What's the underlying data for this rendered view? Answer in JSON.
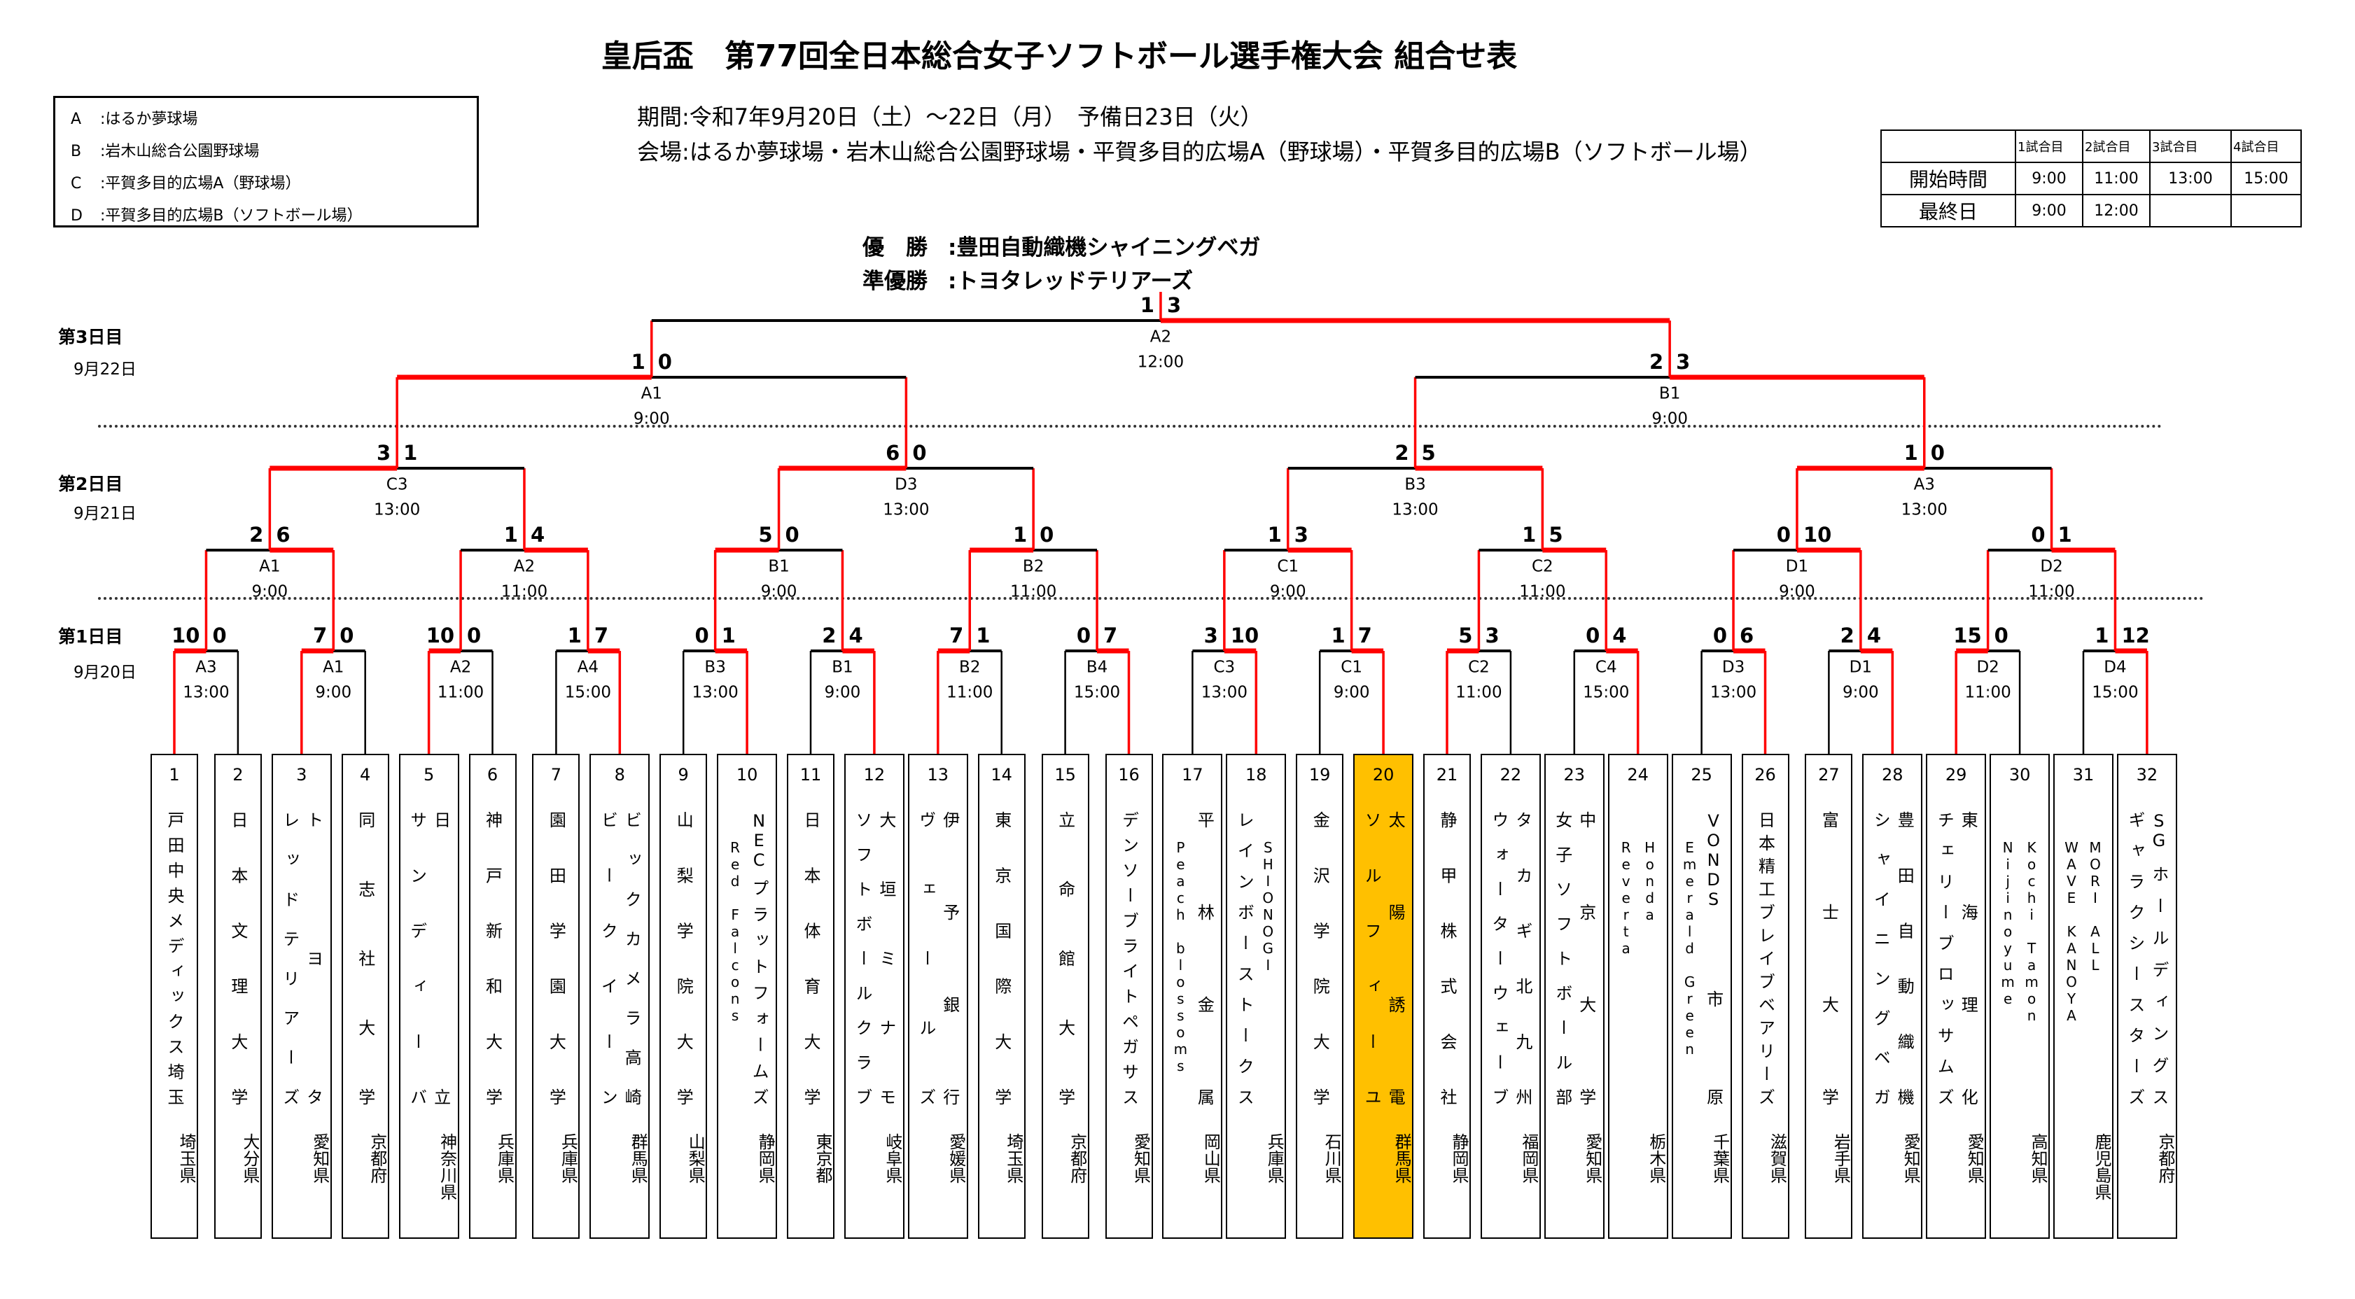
{
  "title": "皇后盃　第77回全日本総合女子ソフトボール選手権大会 組合せ表",
  "legend": [
    {
      "code": "A",
      "name": ":はるか夢球場"
    },
    {
      "code": "B",
      "name": ":岩木山総合公園野球場"
    },
    {
      "code": "C",
      "name": ":平賀多目的広場A（野球場）"
    },
    {
      "code": "D",
      "name": ":平賀多目的広場B（ソフトボール場）"
    }
  ],
  "period": "期間:令和7年9月20日（土）～22日（月）　予備日23日（火）",
  "venue": "会場:はるか夢球場・岩木山総合公園野球場・平賀多目的広場A（野球場）・平賀多目的広場B（ソフトボール場）",
  "schedule": {
    "headers": [
      "",
      "1試合目",
      "2試合目",
      "3試合目",
      "4試合目"
    ],
    "rows": [
      {
        "label": "開始時間",
        "times": [
          "9:00",
          "11:00",
          "13:00",
          "15:00"
        ]
      },
      {
        "label": "最終日",
        "times": [
          "9:00",
          "12:00",
          "",
          ""
        ]
      }
    ]
  },
  "results": {
    "champion_label": "優　勝",
    "champion": ":豊田自動織機シャイニングベガ",
    "runner_up_label": "準優勝",
    "runner_up": ":トヨタレッドテリアーズ"
  },
  "days": [
    {
      "label": "第3日目",
      "date": "9月22日"
    },
    {
      "label": "第2日目",
      "date": "9月21日"
    },
    {
      "label": "第1日目",
      "date": "9月20日"
    }
  ],
  "teams": [
    {
      "no": "1",
      "name": [
        "戸田中央メディックス埼玉"
      ],
      "pref": "埼玉県"
    },
    {
      "no": "2",
      "name": [
        "日本文理大学"
      ],
      "pref": "大分県"
    },
    {
      "no": "3",
      "name": [
        "トヨタ",
        "レッドテリアーズ"
      ],
      "pref": "愛知県"
    },
    {
      "no": "4",
      "name": [
        "同志社大学"
      ],
      "pref": "京都府"
    },
    {
      "no": "5",
      "name": [
        "日立",
        "サンディーバ"
      ],
      "pref": "神奈川県"
    },
    {
      "no": "6",
      "name": [
        "神戸新和大学"
      ],
      "pref": "兵庫県"
    },
    {
      "no": "7",
      "name": [
        "園田学園大学"
      ],
      "pref": "兵庫県"
    },
    {
      "no": "8",
      "name": [
        "ビックカメラ高崎",
        "ビークイーン"
      ],
      "pref": "群馬県"
    },
    {
      "no": "9",
      "name": [
        "山梨学院大学"
      ],
      "pref": "山梨県"
    },
    {
      "no": "10",
      "name": [
        "NECプラットフォームズ",
        "Red Falcons"
      ],
      "pref": "静岡県"
    },
    {
      "no": "11",
      "name": [
        "日本体育大学"
      ],
      "pref": "東京都"
    },
    {
      "no": "12",
      "name": [
        "大垣ミナモ",
        "ソフトボールクラブ"
      ],
      "pref": "岐阜県"
    },
    {
      "no": "13",
      "name": [
        "伊予銀行",
        "ヴェールズ"
      ],
      "pref": "愛媛県"
    },
    {
      "no": "14",
      "name": [
        "東京国際大学"
      ],
      "pref": "埼玉県"
    },
    {
      "no": "15",
      "name": [
        "立命館大学"
      ],
      "pref": "京都府"
    },
    {
      "no": "16",
      "name": [
        "デンソーブライトペガサス"
      ],
      "pref": "愛知県"
    },
    {
      "no": "17",
      "name": [
        "平林金属",
        "Peach blossoms"
      ],
      "pref": "岡山県"
    },
    {
      "no": "18",
      "name": [
        "SHIONOGI",
        "レインボーストークス"
      ],
      "pref": "兵庫県"
    },
    {
      "no": "19",
      "name": [
        "金沢学院大学"
      ],
      "pref": "石川県"
    },
    {
      "no": "20",
      "name": [
        "太陽誘電",
        "ソルフィーユ"
      ],
      "pref": "群馬県",
      "highlight": true
    },
    {
      "no": "21",
      "name": [
        "静甲株式会社"
      ],
      "pref": "静岡県"
    },
    {
      "no": "22",
      "name": [
        "タカギ北九州",
        "ウォーターウェーブ"
      ],
      "pref": "福岡県"
    },
    {
      "no": "23",
      "name": [
        "中京大学",
        "女子ソフトボール部"
      ],
      "pref": "愛知県"
    },
    {
      "no": "24",
      "name": [
        "Honda",
        "Reverta"
      ],
      "pref": "栃木県"
    },
    {
      "no": "25",
      "name": [
        "VONDS市原",
        "Emerald Green"
      ],
      "pref": "千葉県"
    },
    {
      "no": "26",
      "name": [
        "日本精工ブレイブベアリーズ"
      ],
      "pref": "滋賀県"
    },
    {
      "no": "27",
      "name": [
        "富士大学"
      ],
      "pref": "岩手県"
    },
    {
      "no": "28",
      "name": [
        "豊田自動織機",
        "シャイニングベガ"
      ],
      "pref": "愛知県"
    },
    {
      "no": "29",
      "name": [
        "東海理化",
        "チェリーブロッサムズ"
      ],
      "pref": "愛知県"
    },
    {
      "no": "30",
      "name": [
        "Kochi Tamon",
        "Nijinoyume"
      ],
      "pref": "高知県"
    },
    {
      "no": "31",
      "name": [
        "MORI ALL",
        "WAVE KANOYA"
      ],
      "pref": "鹿児島県"
    },
    {
      "no": "32",
      "name": [
        "SGホールディングス",
        "ギャラクシースターズ"
      ],
      "pref": "京都府"
    }
  ],
  "rounds": [
    [
      {
        "venue": "A3",
        "time": "13:00",
        "score": [
          "10",
          "0"
        ]
      },
      {
        "venue": "A1",
        "time": "9:00",
        "score": [
          "7",
          "0"
        ]
      },
      {
        "venue": "A2",
        "time": "11:00",
        "score": [
          "10",
          "0"
        ]
      },
      {
        "venue": "A4",
        "time": "15:00",
        "score": [
          "1",
          "7"
        ]
      },
      {
        "venue": "B3",
        "time": "13:00",
        "score": [
          "0",
          "1"
        ]
      },
      {
        "venue": "B1",
        "time": "9:00",
        "score": [
          "2",
          "4"
        ]
      },
      {
        "venue": "B2",
        "time": "11:00",
        "score": [
          "7",
          "1"
        ]
      },
      {
        "venue": "B4",
        "time": "15:00",
        "score": [
          "0",
          "7"
        ]
      },
      {
        "venue": "C3",
        "time": "13:00",
        "score": [
          "3",
          "10"
        ]
      },
      {
        "venue": "C1",
        "time": "9:00",
        "score": [
          "1",
          "7"
        ]
      },
      {
        "venue": "C2",
        "time": "11:00",
        "score": [
          "5",
          "3"
        ]
      },
      {
        "venue": "C4",
        "time": "15:00",
        "score": [
          "0",
          "4"
        ]
      },
      {
        "venue": "D3",
        "time": "13:00",
        "score": [
          "0",
          "6"
        ]
      },
      {
        "venue": "D1",
        "time": "9:00",
        "score": [
          "2",
          "4"
        ]
      },
      {
        "venue": "D2",
        "time": "11:00",
        "score": [
          "15",
          "0"
        ]
      },
      {
        "venue": "D4",
        "time": "15:00",
        "score": [
          "1",
          "12"
        ]
      }
    ],
    [
      {
        "venue": "A1",
        "time": "9:00",
        "score": [
          "2",
          "6"
        ]
      },
      {
        "venue": "A2",
        "time": "11:00",
        "score": [
          "1",
          "4"
        ]
      },
      {
        "venue": "B1",
        "time": "9:00",
        "score": [
          "5",
          "0"
        ]
      },
      {
        "venue": "B2",
        "time": "11:00",
        "score": [
          "1",
          "0"
        ]
      },
      {
        "venue": "C1",
        "time": "9:00",
        "score": [
          "1",
          "3"
        ]
      },
      {
        "venue": "C2",
        "time": "11:00",
        "score": [
          "1",
          "5"
        ]
      },
      {
        "venue": "D1",
        "time": "9:00",
        "score": [
          "0",
          "10"
        ]
      },
      {
        "venue": "D2",
        "time": "11:00",
        "score": [
          "0",
          "1"
        ]
      }
    ],
    [
      {
        "venue": "C3",
        "time": "13:00",
        "score": [
          "3",
          "1"
        ]
      },
      {
        "venue": "D3",
        "time": "13:00",
        "score": [
          "6",
          "0"
        ]
      },
      {
        "venue": "B3",
        "time": "13:00",
        "score": [
          "2",
          "5"
        ]
      },
      {
        "venue": "A3",
        "time": "13:00",
        "score": [
          "1",
          "0"
        ]
      }
    ],
    [
      {
        "venue": "A1",
        "time": "9:00",
        "score": [
          "1",
          "0"
        ]
      },
      {
        "venue": "B1",
        "time": "9:00",
        "score": [
          "2",
          "3"
        ]
      }
    ],
    [
      {
        "venue": "A2",
        "time": "12:00",
        "score": [
          "1",
          "3"
        ]
      }
    ]
  ],
  "colors": {
    "win": "#ff0000",
    "highlight": "#ffc000",
    "line": "#000000"
  }
}
